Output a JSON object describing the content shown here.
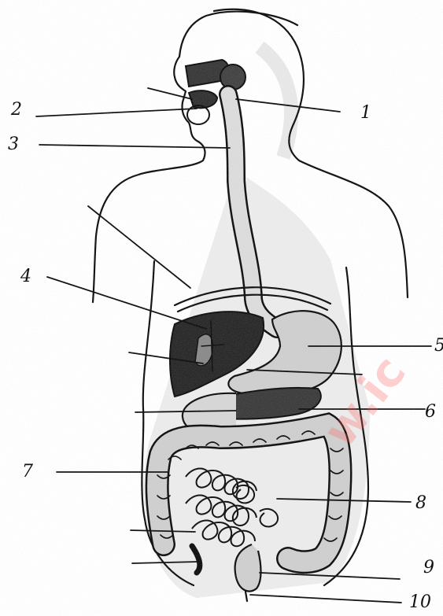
{
  "diagram": {
    "labels": [
      "1",
      "2",
      "3",
      "4",
      "5",
      "6",
      "7",
      "8",
      "9",
      "10"
    ],
    "watermark": "w.ic"
  },
  "colors": {
    "ink": "#111111",
    "organ_fill": "#cfcfcf",
    "liver_fill": "#2a2a2a",
    "watermark": "#ff5a5a"
  }
}
